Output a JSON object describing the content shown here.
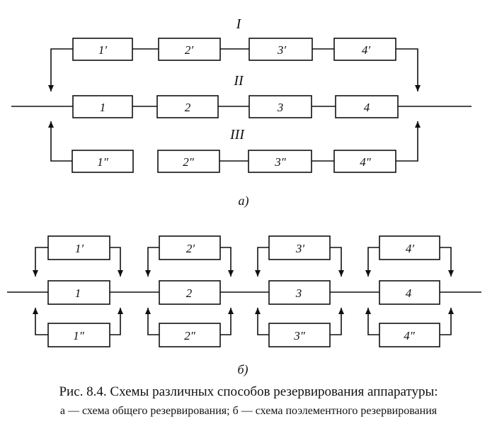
{
  "diagram_a": {
    "row_labels": [
      "I",
      "II",
      "III"
    ],
    "top_blocks": [
      "1′",
      "2′",
      "3′",
      "4′"
    ],
    "main_blocks": [
      "1",
      "2",
      "3",
      "4"
    ],
    "bottom_blocks": [
      "1″",
      "2″",
      "3″",
      "4″"
    ],
    "sub_label": "а)"
  },
  "diagram_b": {
    "top_blocks": [
      "1′",
      "2′",
      "3′",
      "4′"
    ],
    "main_blocks": [
      "1",
      "2",
      "3",
      "4"
    ],
    "bottom_blocks": [
      "1″",
      "2″",
      "3″",
      "4″"
    ],
    "sub_label": "б)"
  },
  "caption": {
    "line1": "Рис. 8.4. Схемы различных способов резервирования аппаратуры:",
    "line2": "а — схема общего резервирования; б — схема поэлементного резервирования"
  },
  "colors": {
    "ink": "#111111",
    "background": "#ffffff"
  }
}
